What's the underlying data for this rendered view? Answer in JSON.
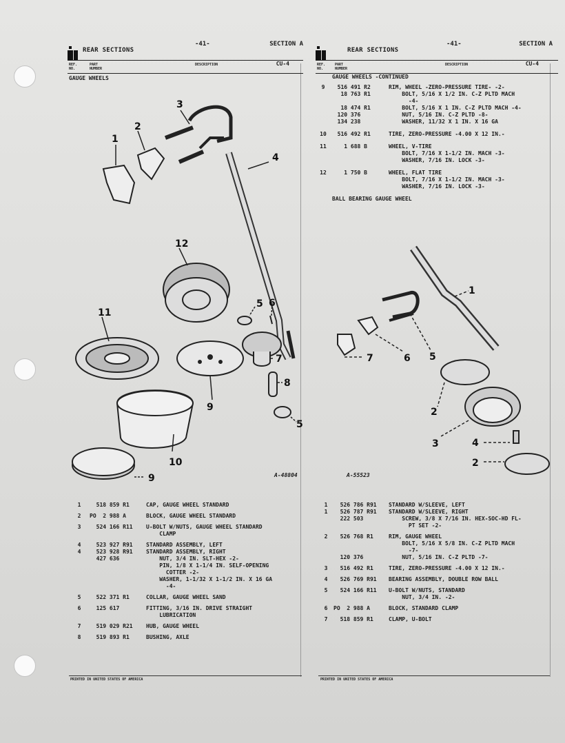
{
  "left_page": {
    "page_number": "-41-",
    "section": "SECTION A",
    "title": "REAR SECTIONS",
    "col_ref": "REF.\nNO.",
    "col_part": "PART\nNUMBER",
    "col_desc": "DESCRIPTION",
    "code": "CU-4",
    "group_title": "GAUGE WHEELS",
    "figure_id": "A-48804",
    "callouts": [
      "1",
      "2",
      "3",
      "4",
      "5",
      "6",
      "7",
      "8",
      "5",
      "9",
      "10",
      "11",
      "12",
      "9"
    ],
    "items": [
      {
        "ref": "1",
        "part": "  518 859 R1",
        "desc": "CAP, GAUGE WHEEL STANDARD"
      },
      {
        "ref": "2",
        "part": "PO  2 988 A",
        "desc": "BLOCK, GAUGE WHEEL STANDARD"
      },
      {
        "ref": "3",
        "part": "  524 166 R11",
        "desc": "U-BOLT W/NUTS, GAUGE WHEEL STANDARD\n    CLAMP"
      },
      {
        "ref": "4\n4",
        "part": "  523 927 R91\n  523 928 R91\n  427 636",
        "desc": "STANDARD ASSEMBLY, LEFT\nSTANDARD ASSEMBLY, RIGHT\n    NUT, 3/4 IN. SLT-HEX -2-\n    PIN, 1/8 X 1-1/4 IN. SELF-OPENING\n      COTTER -2-\n    WASHER, 1-1/32 X 1-1/2 IN. X 16 GA\n      -4-"
      },
      {
        "ref": "5",
        "part": "  522 371 R1",
        "desc": "COLLAR, GAUGE WHEEL SAND"
      },
      {
        "ref": "6",
        "part": "  125 617",
        "desc": "FITTING, 3/16 IN. DRIVE STRAIGHT\n    LUBRICATION"
      },
      {
        "ref": "7",
        "part": "  519 029 R21",
        "desc": "HUB, GAUGE WHEEL"
      },
      {
        "ref": "8",
        "part": "  519 893 R1",
        "desc": "BUSHING, AXLE"
      }
    ],
    "footer": "PRINTED IN UNITED STATES OF AMERICA"
  },
  "right_page": {
    "page_number": "-41-",
    "section": "SECTION A",
    "title": "REAR SECTIONS",
    "col_ref": "REF.\nNO.",
    "col_part": "PART\nNUMBER",
    "col_desc": "DESCRIPTION",
    "code": "CU-4",
    "group_title": "GAUGE WHEELS  -CONTINUED",
    "top_items": [
      {
        "ref": "9",
        "part": "  516 491 R2\n   18 763 R1\n\n   18 474 R1\n  120 376\n  134 238",
        "desc": "RIM, WHEEL -ZERO-PRESSURE TIRE- -2-\n    BOLT, 5/16 X 1/2 IN. C-Z PLTD MACH\n      -4-\n    BOLT, 5/16 X 1 IN. C-Z PLTD MACH -4-\n    NUT, 5/16 IN. C-Z PLTD -8-\n    WASHER, 11/32 X 1 IN. X 16 GA"
      },
      {
        "ref": "10",
        "part": "  516 492 R1",
        "desc": "TIRE, ZERO-PRESSURE -4.00 X 12 IN.-"
      },
      {
        "ref": "11",
        "part": "    1 688 B",
        "desc": "WHEEL, V-TIRE\n    BOLT, 7/16 X 1-1/2 IN. MACH -3-\n    WASHER, 7/16 IN. LOCK -3-"
      },
      {
        "ref": "12",
        "part": "    1 750 B",
        "desc": "WHEEL, FLAT TIRE\n    BOLT, 7/16 X 1-1/2 IN. MACH -3-\n    WASHER, 7/16 IN. LOCK -3-"
      }
    ],
    "subgroup_title": "BALL BEARING GAUGE WHEEL",
    "figure_id": "A-55523",
    "callouts": [
      "1",
      "7",
      "6",
      "5",
      "2",
      "3",
      "4",
      "2"
    ],
    "items": [
      {
        "ref": "1\n1",
        "part": "  526 786 R91\n  526 787 R91\n  222 503",
        "desc": "STANDARD W/SLEEVE, LEFT\nSTANDARD W/SLEEVE, RIGHT\n    SCREW, 3/8 X 7/16 IN. HEX-SOC-HD FL-\n      PT SET -2-"
      },
      {
        "ref": "2",
        "part": "  526 768 R1\n\n\n  120 376",
        "desc": "RIM, GAUGE WHEEL\n    BOLT, 5/16 X 5/8 IN. C-Z PLTD MACH\n      -7-\n    NUT, 5/16 IN. C-Z PLTD -7-"
      },
      {
        "ref": "3",
        "part": "  516 492 R1",
        "desc": "TIRE, ZERO-PRESSURE -4.00 X 12 IN.-"
      },
      {
        "ref": "4",
        "part": "  526 769 R91",
        "desc": "BEARING ASSEMBLY, DOUBLE ROW BALL"
      },
      {
        "ref": "5",
        "part": "  524 166 R11",
        "desc": "U-BOLT W/NUTS, STANDARD\n    NUT, 3/4 IN. -2-"
      },
      {
        "ref": "6",
        "part": "PO  2 988 A",
        "desc": "BLOCK, STANDARD CLAMP"
      },
      {
        "ref": "7",
        "part": "  518 859 R1",
        "desc": "CLAMP, U-BOLT"
      }
    ],
    "footer": "PRINTED IN UNITED STATES OF AMERICA"
  }
}
